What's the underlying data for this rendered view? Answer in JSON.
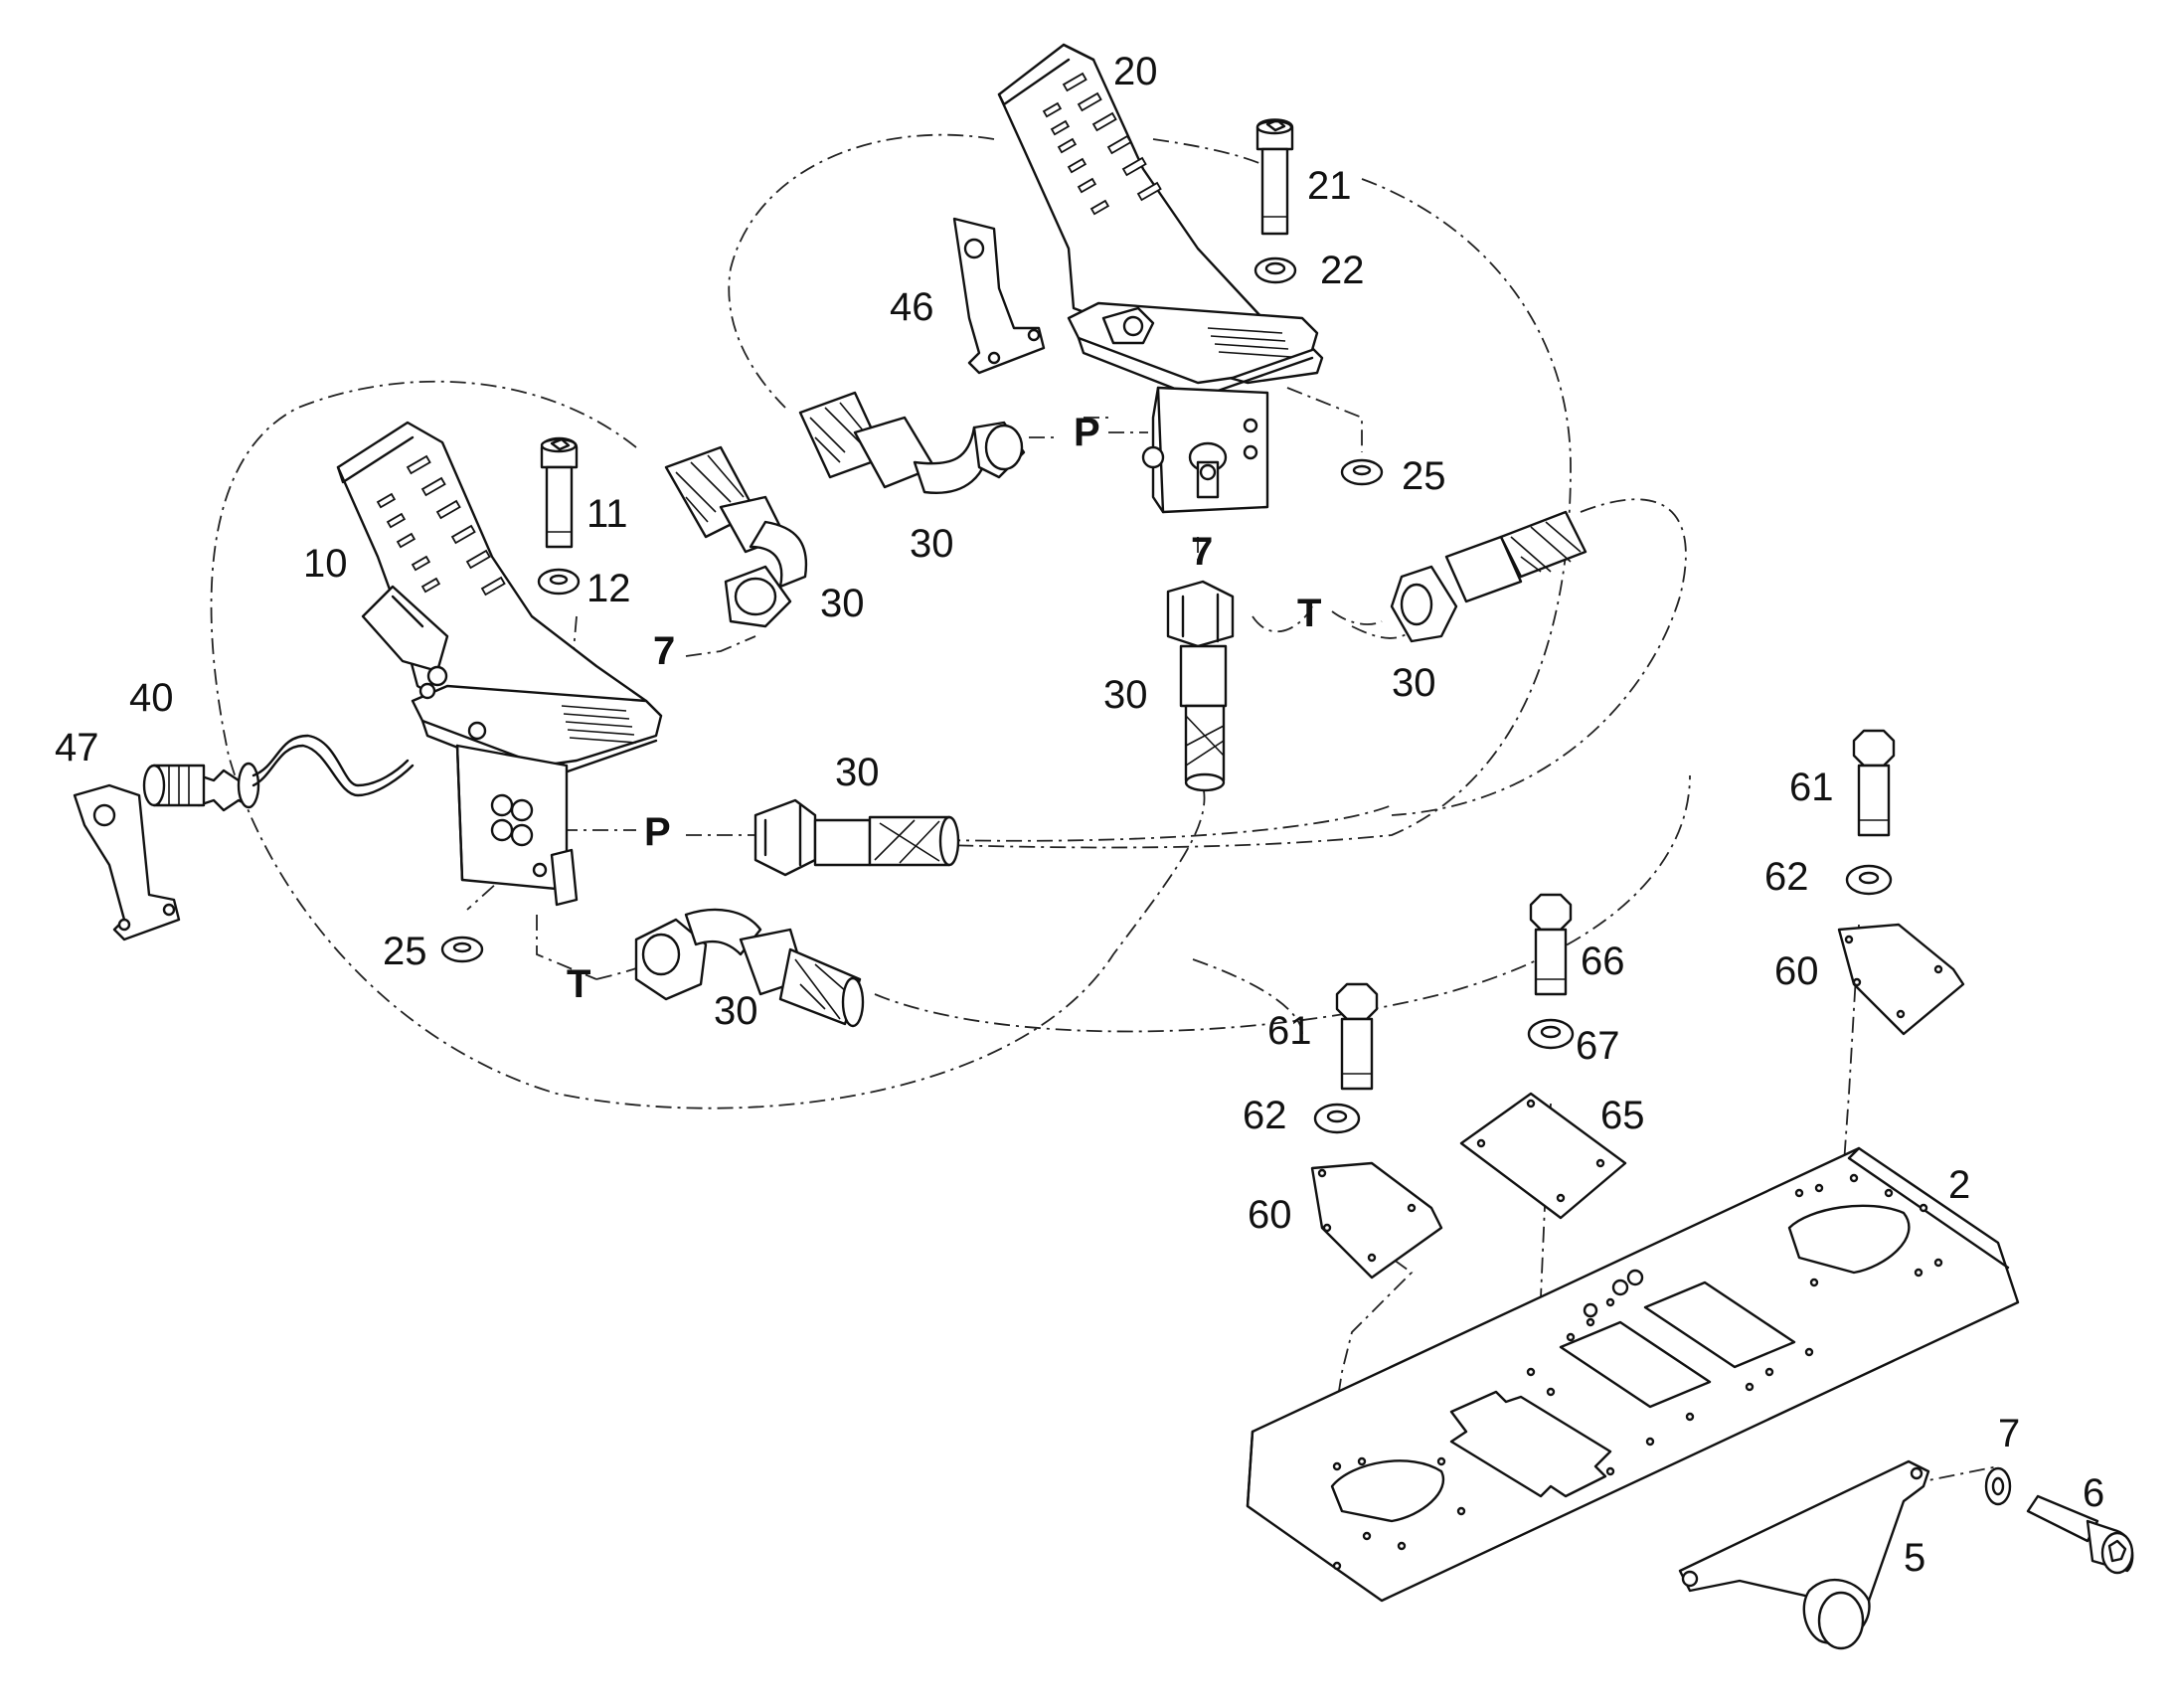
{
  "callouts": {
    "c20": "20",
    "c21": "21",
    "c22": "22",
    "c46": "46",
    "c25a": "25",
    "c30a": "30",
    "c7a": "7",
    "cTa": "T",
    "c30b": "30",
    "c30c": "30",
    "c11": "11",
    "c10": "10",
    "c12": "12",
    "c30d": "30",
    "c7b": "7",
    "c40": "40",
    "c47": "47",
    "c30e": "30",
    "cPb": "P",
    "c25b": "25",
    "cTb": "T",
    "c30f": "30",
    "cPa": "P",
    "c61a": "61",
    "c62a": "62",
    "c60a": "60",
    "c66": "66",
    "c67": "67",
    "c65": "65",
    "c61b": "61",
    "c62b": "62",
    "c60b": "60",
    "c2": "2",
    "c7c": "7",
    "c6": "6",
    "c5": "5"
  }
}
